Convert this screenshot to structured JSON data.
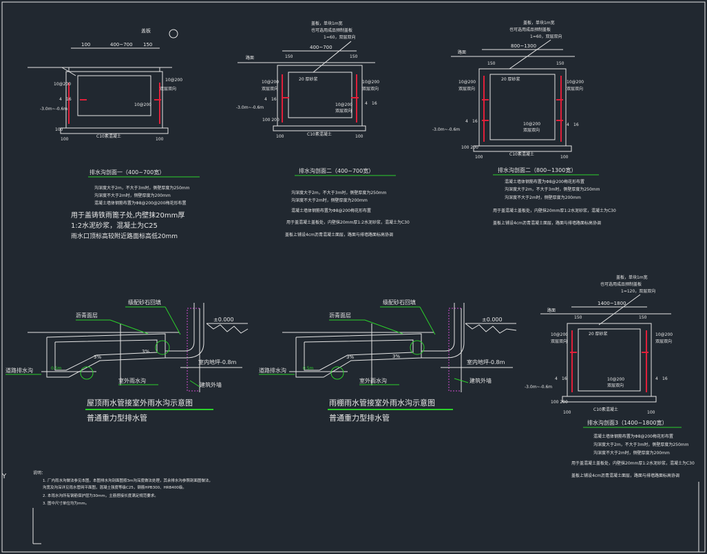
{
  "colors": {
    "background": "#212830",
    "line": "#e6e6e6",
    "annotation": "#2bd12b",
    "rebar": "#e0203a",
    "hatch": "#d24bd2"
  },
  "section1": {
    "title": "排水沟剖面一（400~700宽）",
    "top_width": "400~700",
    "dim_top": "100",
    "dim_mid": "150",
    "cover": "盖板",
    "label_rebar_a": "10@200",
    "label_rebar_b": "10@200",
    "label_rebar_c": "10@200",
    "double_layer": "双层双向",
    "bar_a": "4",
    "bar_b": "16",
    "level": "-3.0m~-0.6m",
    "base": "C10素混凝土",
    "dim_bottom_l": "100",
    "dim_bottom_r": "100",
    "dim_side": "100",
    "notes": [
      "沟深度大于2m，不大于3m时，侧壁厚度为250mm",
      "沟深度不大于2m时，侧壁厚度为200mm",
      "混凝土墙体钢筋布置为Φ8@200@200梅花形布置"
    ],
    "big_notes": [
      "用于盖铸铁雨篦子处,内壁抹20mm厚",
      "1:2水泥砂浆，混凝土为C25",
      "雨水口顶标高较附近路面标高低20mm"
    ]
  },
  "section2": {
    "title": "排水沟剖面二（400~700宽）",
    "top_width": "400~700",
    "cover_lines": [
      "盖板，单块1m宽",
      "也可选用成品预制盖板",
      "1=60，双层双向"
    ],
    "road": "路面",
    "mortar": "20 厚砂浆",
    "label_rebar": "10@200",
    "double_layer": "双层双向",
    "dim_top_l": "150",
    "dim_top_r": "150",
    "bar_a": "4",
    "bar_b": "16",
    "level": "-3.0m~-0.6m",
    "base": "C10素混凝土",
    "dim_bottom_l": "100",
    "dim_bottom_r": "100",
    "dim_side": "100 200",
    "notes": [
      "沟深度大于2m，不大于3m时，侧壁厚度为250mm",
      "沟深度不大于2m时，侧壁厚度为200mm",
      "混凝土墙体钢筋布置为Φ8@200梅花形布置",
      "用于盖混凝土盖板处，内壁抹20mm厚1:2水泥砂浆，混凝土为C30",
      "盖板上铺设4cm沥青混凝土面层，路面与排墙路面标高协调"
    ]
  },
  "section3": {
    "title": "排水沟剖面二（800~1300宽）",
    "top_width": "800~1300",
    "cover_lines": [
      "盖板，单块1m宽",
      "也可选用成品预制盖板",
      "1=60，双层双向"
    ],
    "road": "路面",
    "mortar": "20 厚砂浆",
    "label_rebar": "10@200",
    "double_layer": "双层双向",
    "dim_top_l": "150",
    "dim_top_r": "150",
    "bar_a": "4",
    "bar_b": "16",
    "level": "-3.0m~-0.6m",
    "base": "C10素混凝土",
    "dim_bottom_l": "100",
    "dim_bottom_r": "100",
    "dim_side": "100 200",
    "notes": [
      "混凝土墙体钢筋布置为Φ8@200梅花形布置",
      "沟深度大于2m，不大于3m时，侧壁厚度为250mm",
      "沟深度不大于2m时，侧壁厚度为200mm",
      "用于盖混凝土盖板处，内壁抹20mm厚1:2水泥砂浆，混凝土为C30",
      "盖板上铺设4cm沥青混凝土面层，路面与排墙路面标高协调"
    ]
  },
  "section4": {
    "title": "排水沟剖面3（1400~1800宽）",
    "top_width": "1400~1800",
    "cover_lines": [
      "盖板，单块1m宽",
      "也可选用成品预制盖板",
      "1=120，双层双向"
    ],
    "road": "路面",
    "mortar": "20 厚砂浆",
    "label_rebar": "10@200",
    "double_layer": "双层双向",
    "dim_top_l": "150",
    "dim_top_r": "150",
    "bar_a": "4",
    "bar_b": "16",
    "level": "-3.0m~-0.6m",
    "base": "C10素混凝土",
    "dim_bottom_l": "100",
    "dim_bottom_r": "100",
    "dim_side": "100 200",
    "notes": [
      "混凝土墙体钢筋布置为Φ8@200梅花形布置",
      "沟深度大于2m，不大于3m时，侧壁厚度为250mm",
      "沟深度不大于2m时，侧壁厚度为200mm",
      "用于盖混凝土盖板处，内壁抹20mm厚1:2水泥砂浆，混凝土为C30",
      "盖板上铺设4cm沥青混凝土面层，路面与排墙路面标高协调"
    ]
  },
  "schematic1": {
    "title": "屋顶雨水管接室外雨水沟示意图",
    "subtitle": "普通重力型排水管",
    "asphalt": "沥青面层",
    "gravel": "级配砂石回填",
    "level_zero": "±0.000",
    "road_drain": "道路排水沟",
    "slope_a": "0.5m",
    "slope_pct_a": "3%",
    "slope_pct_b": "3%",
    "outdoor_drain": "室外雨水沟",
    "indoor_floor": "室内地坪-0.8m",
    "outer_wall": "建筑外墙"
  },
  "schematic2": {
    "title": "雨棚雨水管接室外雨水沟示意图",
    "subtitle": "普通重力型排水管",
    "asphalt": "沥青面层",
    "gravel": "级配砂石回填",
    "level_zero": "±0.000",
    "road_drain": "道路排水沟",
    "slope_a": "0.5m",
    "slope_pct_a": "3%",
    "slope_pct_b": "3%",
    "outdoor_drain": "室外雨水沟",
    "indoor_floor": "室内地坪-0.8m",
    "outer_wall": "建筑外墙"
  },
  "general_notes": {
    "heading": "说明：",
    "lines": [
      "1. 厂内雨水沟做法参见本图，本图排水沟剖面图按3m沟深度做法处理，其余排水沟参照剖面图做法，",
      "   沟宽及沟深详见雨水管网平面图，混凝土强度等级C25，钢筋HPB300、HRB400级。",
      "2. 本雨水沟所有钢筋保护层为30mm，主筋搭接长度满足规范要求。",
      "3. 图中尺寸单位均为mm。"
    ]
  }
}
